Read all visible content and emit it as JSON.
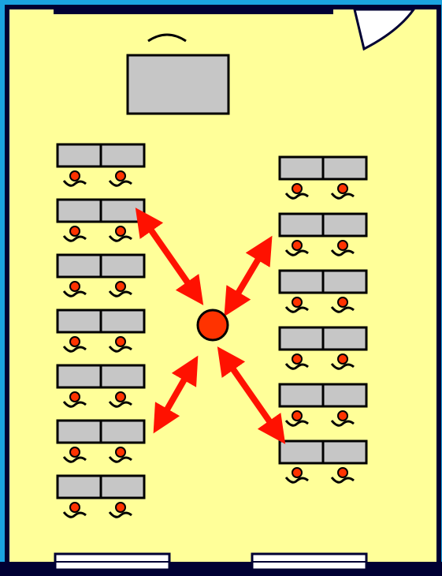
{
  "diagram": {
    "subject": "classroom-seating-layout",
    "left_column": {
      "rows": 7,
      "desks_per_row": 2,
      "students_per_row": 2
    },
    "right_column": {
      "rows": 6,
      "desks_per_row": 2,
      "students_per_row": 2
    },
    "teacher": {
      "shape": "circle",
      "color": "#ff3300"
    },
    "arrows": {
      "count": 4,
      "style": "double-headed",
      "color": "#ff1100"
    },
    "colors": {
      "frame": "#1aa3e0",
      "floor": "#ffff99",
      "wall": "#000033",
      "desk": "#c6c6c6",
      "student": "#ff3300",
      "door": "#ffffff"
    }
  }
}
